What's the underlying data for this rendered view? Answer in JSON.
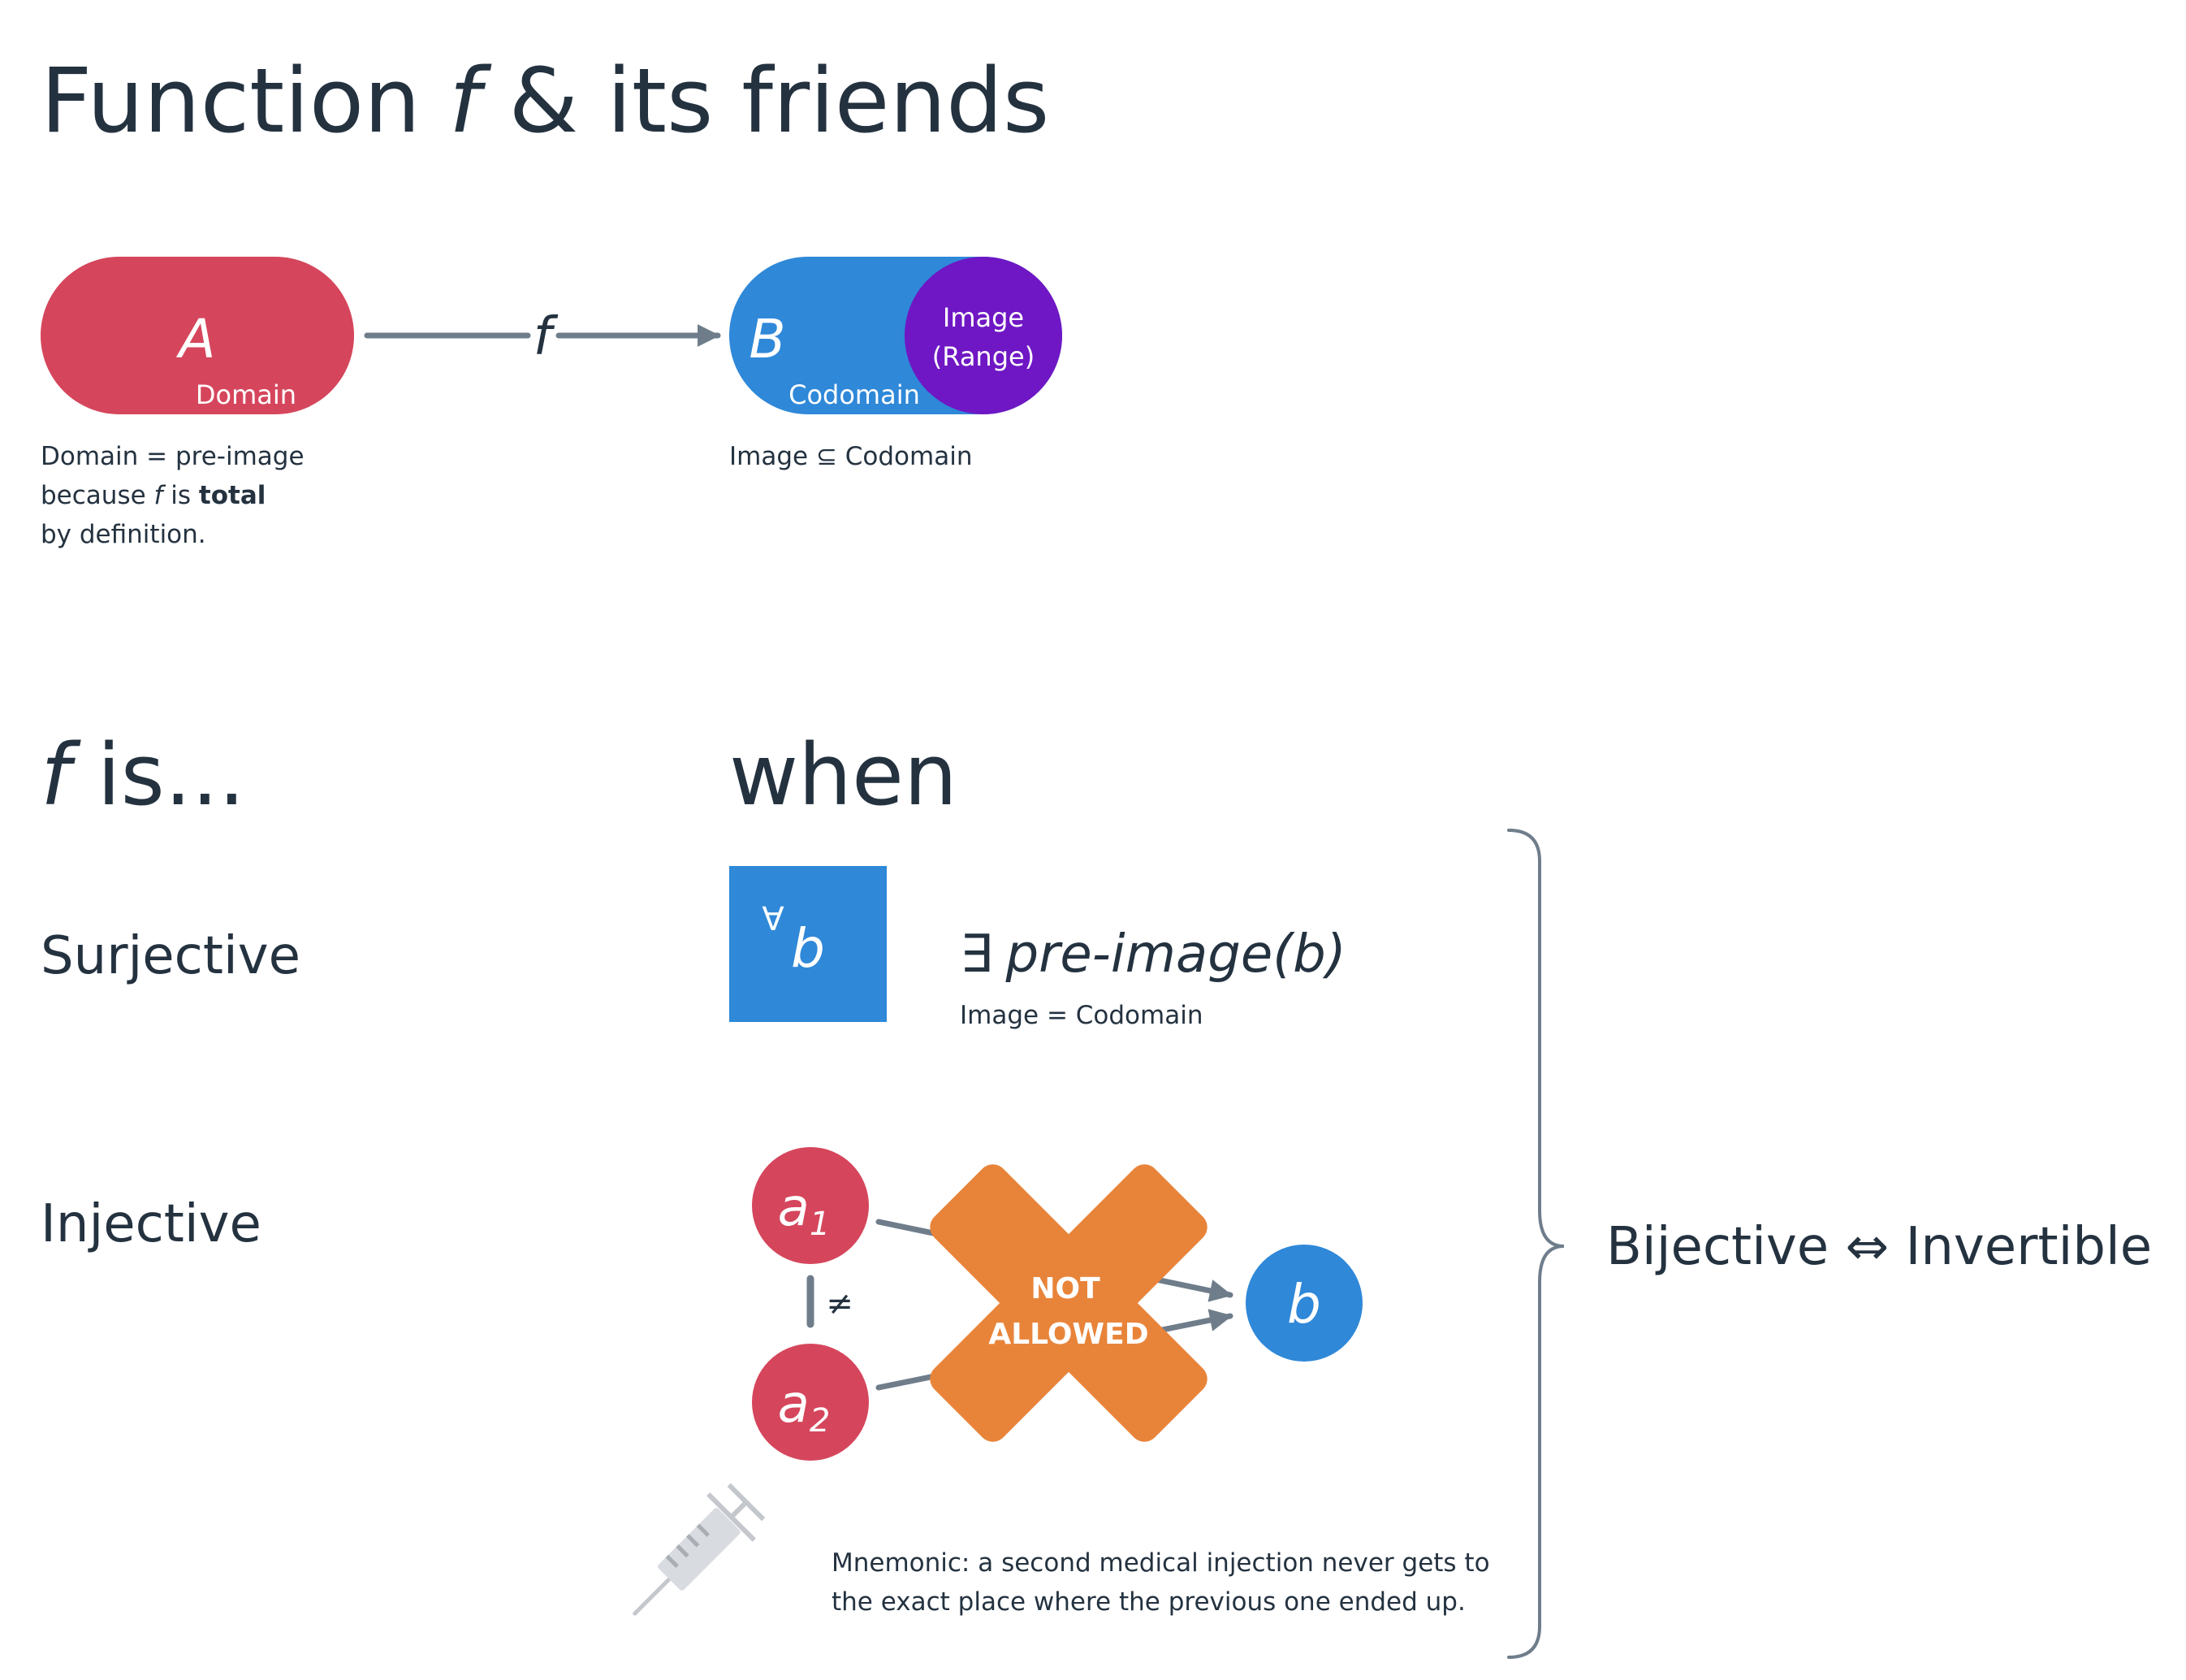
{
  "title": {
    "prefix": "Function ",
    "var": "f",
    "suffix": " & its friends"
  },
  "colors": {
    "text": "#243240",
    "domain": "#d5465c",
    "codomain": "#2f88d8",
    "image": "#6f17c4",
    "arrow": "#6f7d8b",
    "not_allowed": "#e8843a",
    "syringe": "#c4c8cd"
  },
  "mapping": {
    "domain_letter": "A",
    "domain_label": "Domain",
    "arrow_label": "f",
    "codomain_letter": "B",
    "codomain_label": "Codomain",
    "image_label_1": "Image",
    "image_label_2": "(Range)",
    "domain_note": {
      "line1": "Domain = pre-image",
      "line2_a": "because ",
      "line2_var": "f",
      "line2_b": " is ",
      "line2_bold": "total",
      "line3": "by definition."
    },
    "codomain_note": "Image ⊆ Codomain"
  },
  "section": {
    "f_var": "f",
    "f_suffix": " is...",
    "when_heading": "when"
  },
  "surjective": {
    "label": "Surjective",
    "forall": "∀",
    "b": "b",
    "exists": "∃",
    "preimage": "pre-image(b)",
    "note": "Image = Codomain"
  },
  "injective": {
    "label": "Injective",
    "a": "a",
    "sub1": "1",
    "sub2": "2",
    "neq": "≠",
    "b": "b",
    "x_line1": "NOT",
    "x_line2": "ALLOWED",
    "syringe_icon": "syringe-icon",
    "mnemonic_line1": "Mnemonic: a second medical injection never gets to",
    "mnemonic_line2": "the exact place where the previous one ended up."
  },
  "bijective": {
    "label": "Bijective ⇔ Invertible"
  }
}
